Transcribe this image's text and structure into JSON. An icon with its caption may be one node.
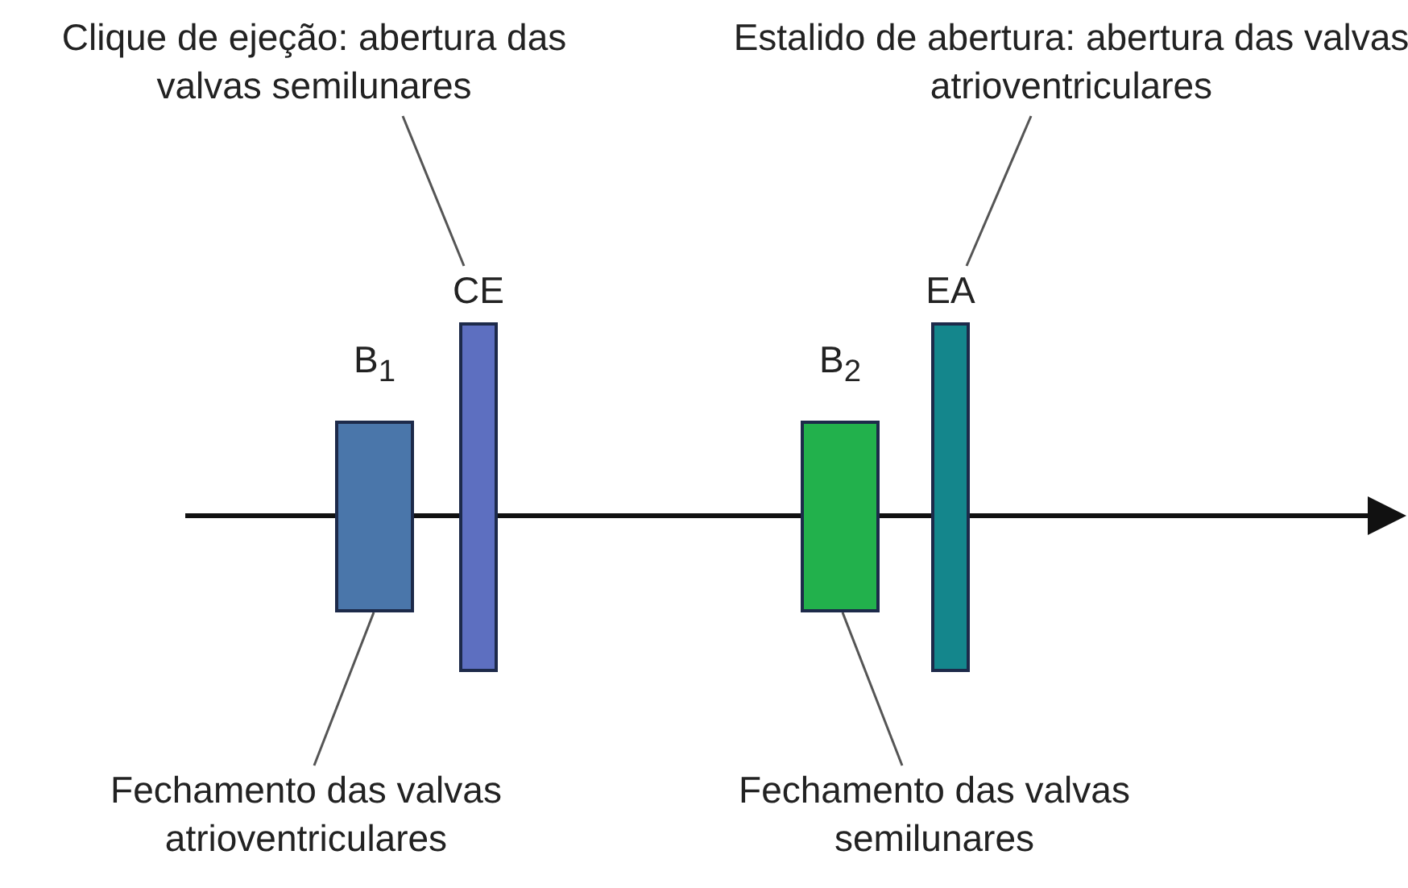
{
  "diagram": {
    "nodes": [
      {
        "text": [
          "Clique de ejeção: abertura das valvas semilunares"
        ]
      },
      {
        "text": [
          "Estalido de abertura: abertura das valvas atrioventriculares"
        ]
      },
      {
        "text": [
          "B$_{1}$"
        ]
      },
      {
        "text": [
          "CE"
        ]
      },
      {
        "text": [
          "B$_{2}$"
        ]
      },
      {
        "text": [
          "EA"
        ]
      },
      {
        "text": [
          "Fechamento das valvas atrioventriculares"
        ]
      },
      {
        "text": [
          "Fechamento das valvas semilunares"
        ]
      }
    ],
    "edges": [
      {
        "from": 0,
        "to": 3,
        "arrow": "none"
      },
      {
        "from": 1,
        "to": 5,
        "arrow": "none"
      },
      {
        "from": 6,
        "to": 2,
        "arrow": "none"
      },
      {
        "from": 7,
        "to": 4,
        "arrow": "none"
      }
    ]
  }
}
